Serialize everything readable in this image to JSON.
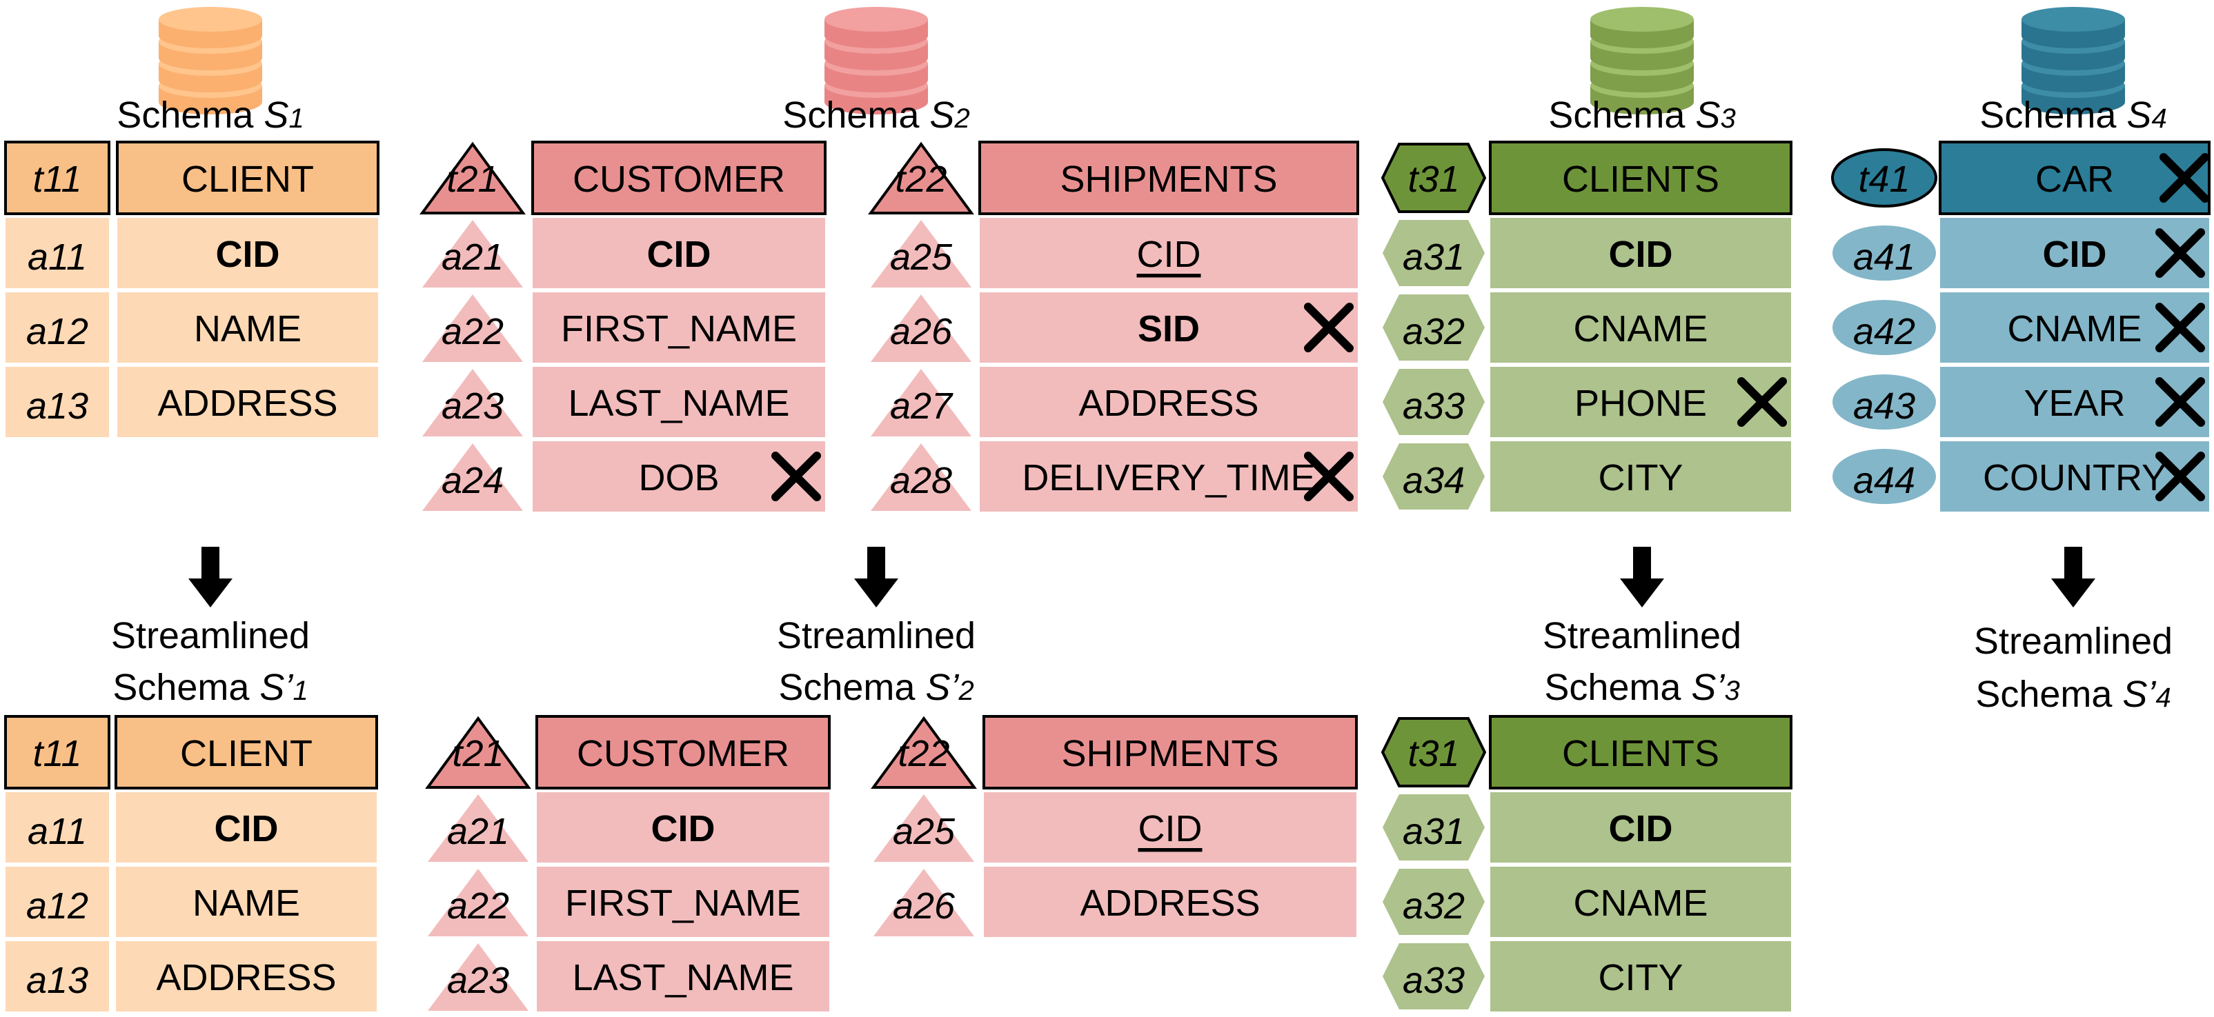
{
  "schemas": [
    {
      "id": "s1",
      "db_color": [
        "#ffc58c",
        "#fbb070"
      ],
      "title": {
        "prefix": "Schema ",
        "sym": "S",
        "sub": "1"
      },
      "shape": "rect",
      "palette": {
        "header": "#f8bf86",
        "cell": "#fdd9b5",
        "id": "#fdd9b5",
        "id_header": "#f8bf86"
      },
      "tables": [
        {
          "tid": "t11",
          "name": "CLIENT",
          "removed": false,
          "attrs": [
            {
              "id": "a11",
              "name": "CID",
              "style": "bold",
              "removed": false
            },
            {
              "id": "a12",
              "name": "NAME",
              "style": "normal",
              "removed": false
            },
            {
              "id": "a13",
              "name": "ADDRESS",
              "style": "normal",
              "removed": false
            }
          ]
        }
      ],
      "streamlined": {
        "title_line1": "Streamlined",
        "title_line2": {
          "prefix": "Schema ",
          "sym": "S’",
          "sub": "1"
        },
        "tables": [
          {
            "tid": "t11",
            "name": "CLIENT",
            "attrs": [
              {
                "id": "a11",
                "name": "CID",
                "style": "bold"
              },
              {
                "id": "a12",
                "name": "NAME",
                "style": "normal"
              },
              {
                "id": "a13",
                "name": "ADDRESS",
                "style": "normal"
              }
            ]
          }
        ]
      }
    },
    {
      "id": "s2",
      "db_color": [
        "#f2a0a0",
        "#e98484"
      ],
      "title": {
        "prefix": "Schema ",
        "sym": "S",
        "sub": "2"
      },
      "shape": "triangle",
      "palette": {
        "header": "#e89090",
        "cell": "#f2bcbc",
        "id": "#f2bcbc",
        "id_header": "#e89090"
      },
      "tables": [
        {
          "tid": "t21",
          "name": "CUSTOMER",
          "removed": false,
          "attrs": [
            {
              "id": "a21",
              "name": "CID",
              "style": "bold",
              "removed": false
            },
            {
              "id": "a22",
              "name": "FIRST_NAME",
              "style": "normal",
              "removed": false
            },
            {
              "id": "a23",
              "name": "LAST_NAME",
              "style": "normal",
              "removed": false
            },
            {
              "id": "a24",
              "name": "DOB",
              "style": "normal",
              "removed": true
            }
          ]
        },
        {
          "tid": "t22",
          "name": "SHIPMENTS",
          "removed": false,
          "attrs": [
            {
              "id": "a25",
              "name": "CID",
              "style": "underline",
              "removed": false
            },
            {
              "id": "a26",
              "name": "SID",
              "style": "bold",
              "removed": true
            },
            {
              "id": "a27",
              "name": "ADDRESS",
              "style": "normal",
              "removed": false
            },
            {
              "id": "a28",
              "name": "DELIVERY_TIME",
              "style": "normal",
              "removed": true
            }
          ]
        }
      ],
      "streamlined": {
        "title_line1": "Streamlined",
        "title_line2": {
          "prefix": "Schema ",
          "sym": "S’",
          "sub": "2"
        },
        "tables": [
          {
            "tid": "t21",
            "name": "CUSTOMER",
            "attrs": [
              {
                "id": "a21",
                "name": "CID",
                "style": "bold"
              },
              {
                "id": "a22",
                "name": "FIRST_NAME",
                "style": "normal"
              },
              {
                "id": "a23",
                "name": "LAST_NAME",
                "style": "normal"
              }
            ]
          },
          {
            "tid": "t22",
            "name": "SHIPMENTS",
            "attrs": [
              {
                "id": "a25",
                "name": "CID",
                "style": "underline"
              },
              {
                "id": "a26",
                "name": "ADDRESS",
                "style": "normal"
              }
            ]
          }
        ]
      }
    },
    {
      "id": "s3",
      "db_color": [
        "#9fbf6c",
        "#7f9f4a"
      ],
      "title": {
        "prefix": "Schema ",
        "sym": "S",
        "sub": "3"
      },
      "shape": "hexagon",
      "palette": {
        "header": "#6e9439",
        "cell": "#adc28c",
        "id": "#adc28c",
        "id_header": "#6e9439"
      },
      "tables": [
        {
          "tid": "t31",
          "name": "CLIENTS",
          "removed": false,
          "attrs": [
            {
              "id": "a31",
              "name": "CID",
              "style": "bold",
              "removed": false
            },
            {
              "id": "a32",
              "name": "CNAME",
              "style": "normal",
              "removed": false
            },
            {
              "id": "a33",
              "name": "PHONE",
              "style": "normal",
              "removed": true
            },
            {
              "id": "a34",
              "name": "CITY",
              "style": "normal",
              "removed": false
            }
          ]
        }
      ],
      "streamlined": {
        "title_line1": "Streamlined",
        "title_line2": {
          "prefix": "Schema ",
          "sym": "S’",
          "sub": "3"
        },
        "tables": [
          {
            "tid": "t31",
            "name": "CLIENTS",
            "attrs": [
              {
                "id": "a31",
                "name": "CID",
                "style": "bold"
              },
              {
                "id": "a32",
                "name": "CNAME",
                "style": "normal"
              },
              {
                "id": "a33",
                "name": "CITY",
                "style": "normal"
              }
            ]
          }
        ]
      }
    },
    {
      "id": "s4",
      "db_color": [
        "#3e8da7",
        "#2a7490"
      ],
      "title": {
        "prefix": "Schema ",
        "sym": "S",
        "sub": "4"
      },
      "shape": "ellipse",
      "palette": {
        "header": "#2c7d98",
        "cell": "#83b6c8",
        "id": "#83b6c8",
        "id_header": "#2c7d98"
      },
      "tables": [
        {
          "tid": "t41",
          "name": "CAR",
          "removed": true,
          "attrs": [
            {
              "id": "a41",
              "name": "CID",
              "style": "bold",
              "removed": true
            },
            {
              "id": "a42",
              "name": "CNAME",
              "style": "normal",
              "removed": true
            },
            {
              "id": "a43",
              "name": "YEAR",
              "style": "normal",
              "removed": true
            },
            {
              "id": "a44",
              "name": "COUNTRY",
              "style": "normal",
              "removed": true
            }
          ]
        }
      ],
      "streamlined": {
        "title_line1": "Streamlined",
        "title_line2": {
          "prefix": "Schema ",
          "sym": "S’",
          "sub": "4"
        },
        "tables": []
      }
    }
  ]
}
